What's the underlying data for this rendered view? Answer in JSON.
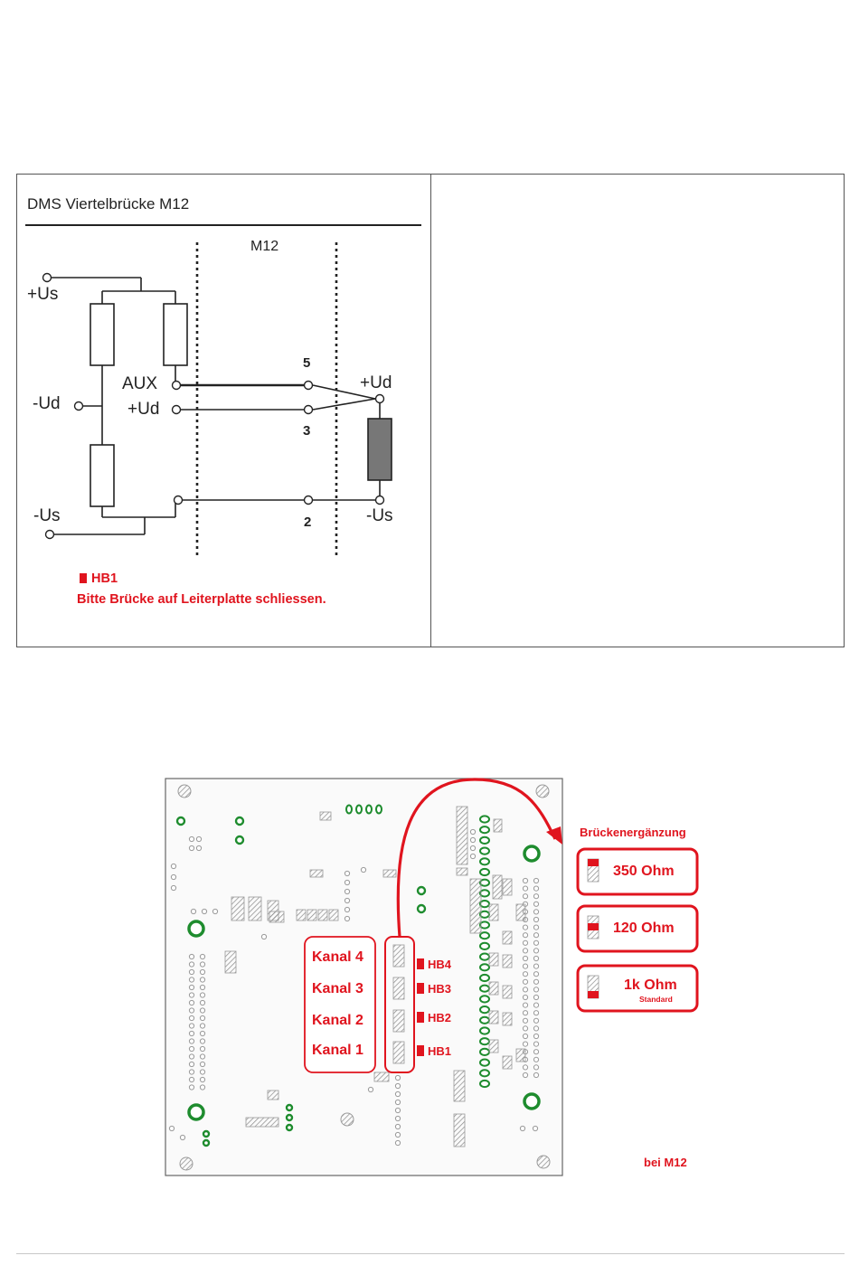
{
  "schematic": {
    "title": "DMS Viertelbrücke M12",
    "connector_label": "M12",
    "labels": {
      "plus_us": "+Us",
      "minus_ud": "-Ud",
      "aux": "AUX",
      "plus_ud_left": "+Ud",
      "minus_us_left": "-Us",
      "plus_ud_right": "+Ud",
      "minus_us_right": "-Us"
    },
    "pins": {
      "pin5": "5",
      "pin3": "3",
      "pin2": "2"
    },
    "note_jumper": "HB1",
    "note_text": "Bitte Brücke auf Leiterplatte schliessen."
  },
  "board": {
    "channels": [
      "Kanal 4",
      "Kanal 3",
      "Kanal 2",
      "Kanal 1"
    ],
    "jumpers": [
      "HB4",
      "HB3",
      "HB2",
      "HB1"
    ],
    "completion_title": "Brückenergänzung",
    "options": [
      {
        "label": "350 Ohm",
        "sub": ""
      },
      {
        "label": "120 Ohm",
        "sub": ""
      },
      {
        "label": "1k Ohm",
        "sub": "Standard"
      }
    ],
    "footer_label": "bei M12"
  },
  "colors": {
    "accent_red": "#e0141e",
    "pcb_green": "#1e8c2e",
    "resistor_dark": "#777777",
    "line": "#222222"
  }
}
